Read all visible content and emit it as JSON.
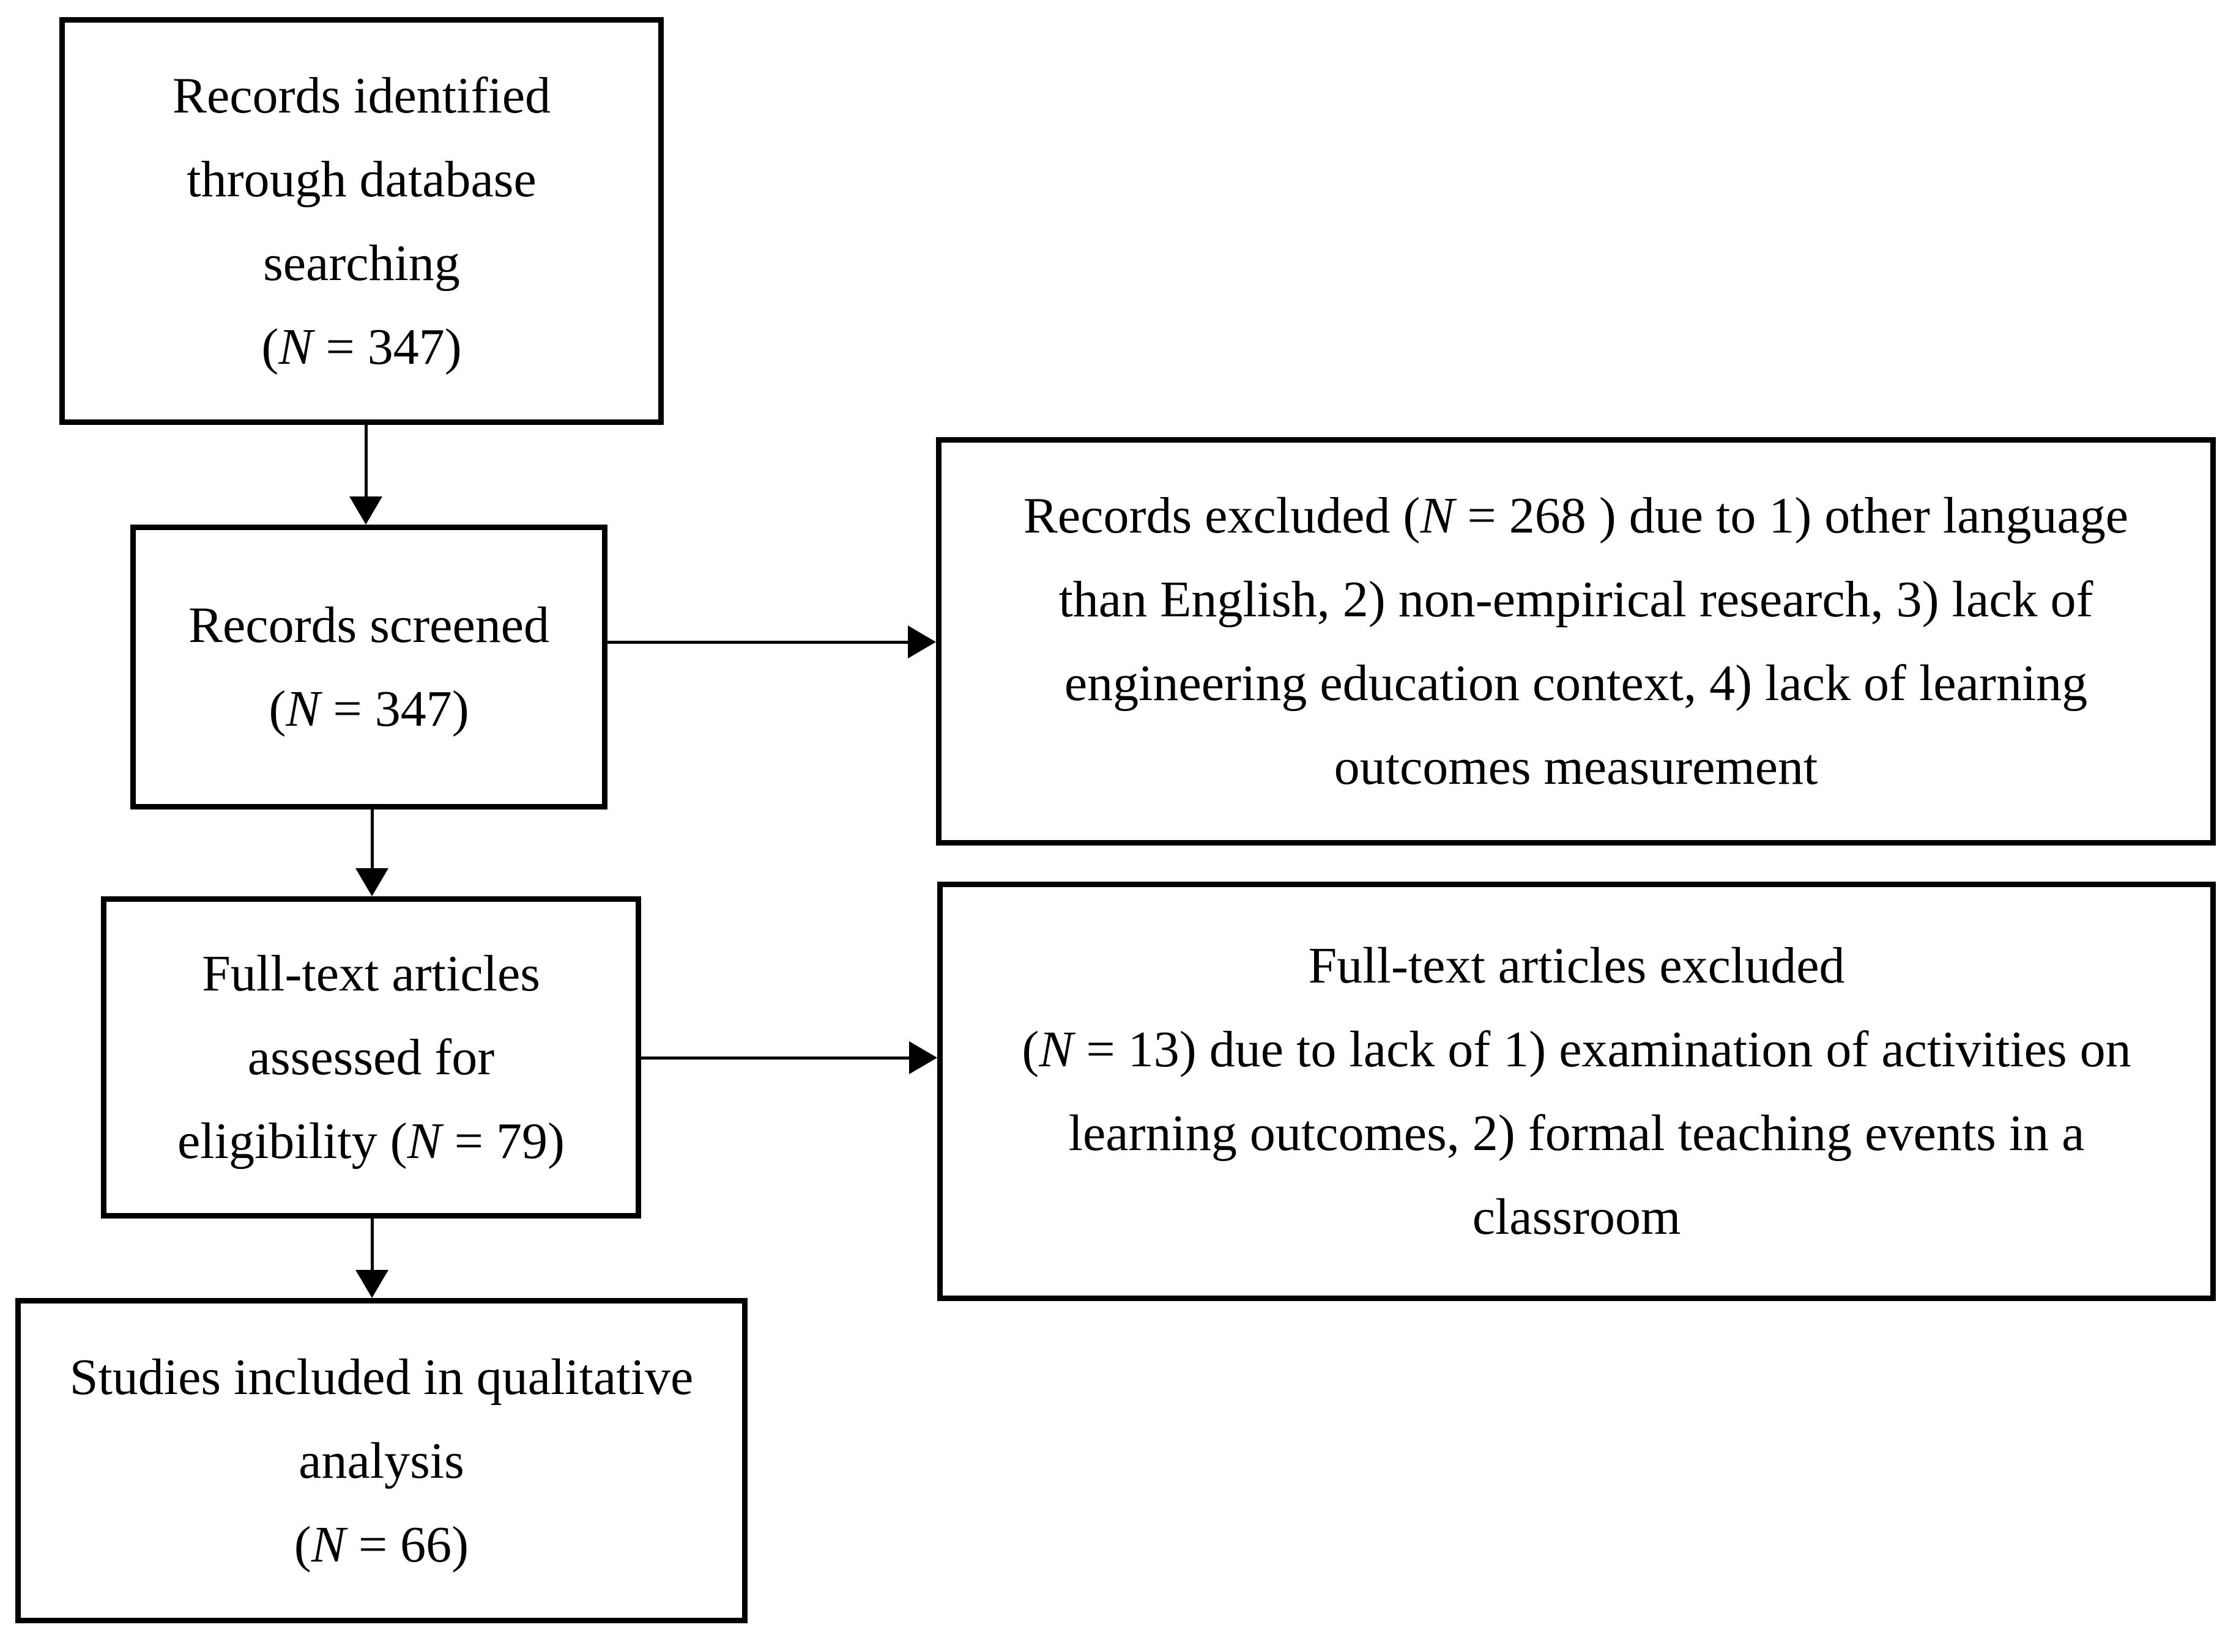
{
  "figure": {
    "kind": "prisma-flow-diagram",
    "colors": {
      "ink": "#000000",
      "background": "#ffffff"
    }
  },
  "boxes": {
    "identified": {
      "l1": "Records identified",
      "l2": "through database",
      "l3": "searching",
      "l4_pre": "(",
      "l4_n": "N",
      "l4_post": " = 347)"
    },
    "screened": {
      "l1": "Records screened",
      "l2_pre": "(",
      "l2_n": "N",
      "l2_post": " = 347)"
    },
    "records_excluded": {
      "l1_pre": "Records excluded (",
      "l1_n": "N",
      "l1_post": " = 268 ) due to 1) other language",
      "l2": "than English, 2) non-empirical research, 3) lack of",
      "l3": "engineering education context, 4) lack of learning",
      "l4": "outcomes measurement"
    },
    "eligibility": {
      "l1": "Full-text articles",
      "l2": "assessed for",
      "l3_pre": "eligibility (",
      "l3_n": "N",
      "l3_post": " = 79)"
    },
    "fulltext_excluded": {
      "l1": "Full-text articles excluded",
      "l2_pre": "(",
      "l2_n": "N",
      "l2_post": " = 13) due to lack of 1) examination of activities on",
      "l3": "learning outcomes, 2) formal teaching events in a",
      "l4": "classroom"
    },
    "included": {
      "l1": "Studies included in qualitative",
      "l2": "analysis",
      "l3_pre": "(",
      "l3_n": "N",
      "l3_post": " = 66)"
    }
  }
}
